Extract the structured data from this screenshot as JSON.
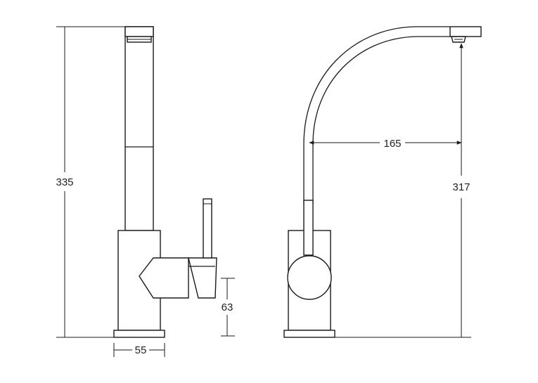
{
  "dimensions": {
    "total_height": "335",
    "base_width": "55",
    "handle_height": "63",
    "spout_reach": "165",
    "spout_height": "317"
  },
  "colors": {
    "line": "#1a1a1a",
    "background": "#ffffff"
  }
}
